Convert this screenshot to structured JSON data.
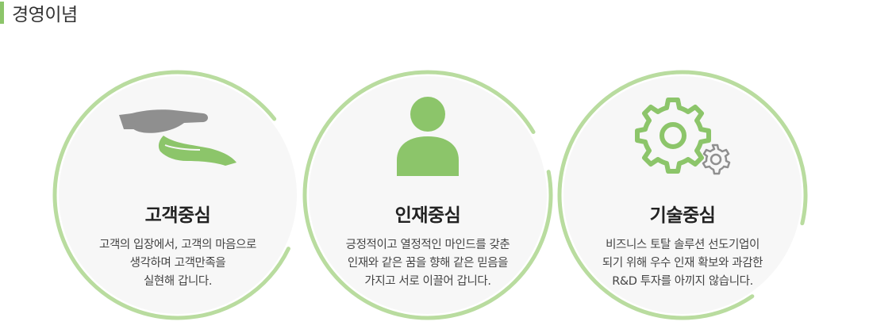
{
  "section": {
    "title": "경영이념"
  },
  "colors": {
    "accent": "#8cc56a",
    "ring": "#b9dc9f",
    "circle_bg": "#f7f7f7",
    "icon_gray": "#8f8f8f"
  },
  "cards": [
    {
      "icon": "hands-icon",
      "title": "고객중심",
      "lines": [
        "고객의 입장에서, 고객의 마음으로",
        "생각하며 고객만족을",
        "실현해 갑니다."
      ]
    },
    {
      "icon": "person-icon",
      "title": "인재중심",
      "lines": [
        "긍정적이고 열정적인 마인드를 갖춘",
        "인재와 같은 꿈을 향해 같은 믿음을",
        "가지고 서로 이끌어 갑니다."
      ]
    },
    {
      "icon": "gears-icon",
      "title": "기술중심",
      "lines": [
        "비즈니스 토탈 솔루션 선도기업이",
        "되기 위해 우수 인재 확보와 과감한",
        "R&D 투자를 아끼지 않습니다."
      ]
    }
  ]
}
